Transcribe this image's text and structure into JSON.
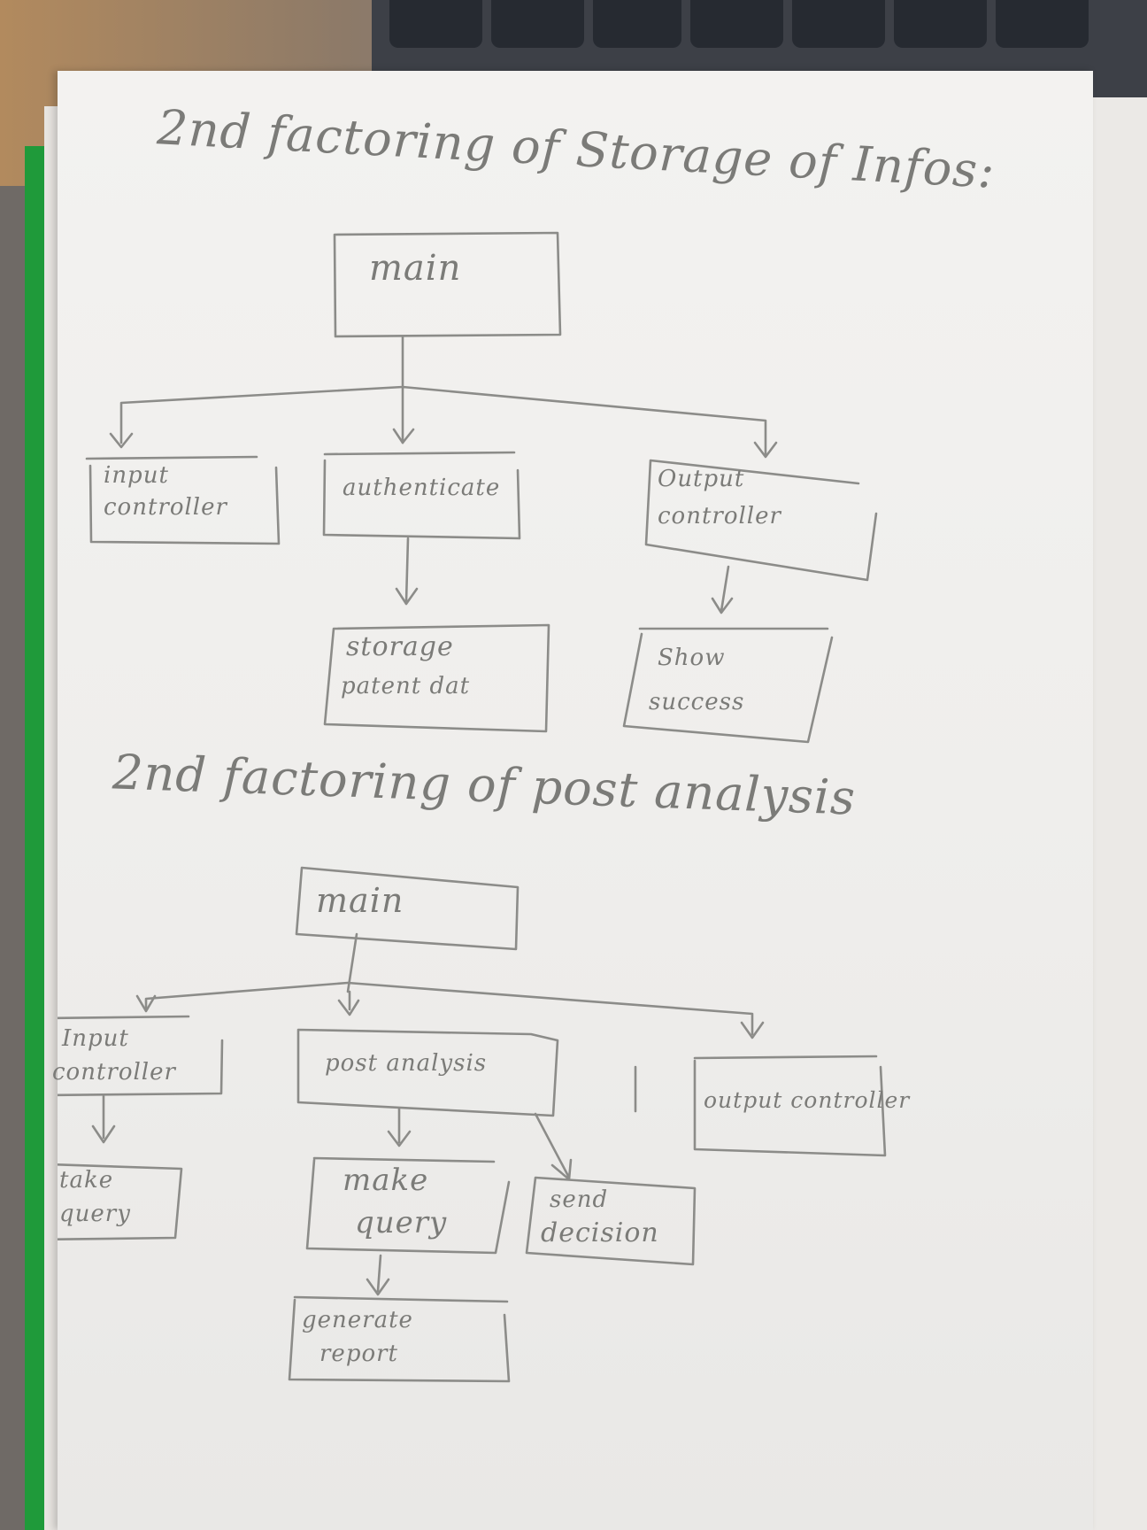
{
  "diagrams": [
    {
      "title": "2nd factoring of Storage of Infos:",
      "nodes": {
        "main": "main",
        "input_controller": [
          "input",
          "controller"
        ],
        "authenticate": "authenticate",
        "output_controller": [
          "Output",
          "controller"
        ],
        "storage": [
          "storage",
          "patent dat"
        ],
        "show_success": [
          "Show",
          "success"
        ]
      },
      "edges": [
        [
          "main",
          "input_controller"
        ],
        [
          "main",
          "authenticate"
        ],
        [
          "main",
          "output_controller"
        ],
        [
          "authenticate",
          "storage"
        ],
        [
          "output_controller",
          "show_success"
        ]
      ]
    },
    {
      "title": "2nd factoring of post analysis",
      "nodes": {
        "main": "main",
        "input_controller": [
          "Input",
          "controller"
        ],
        "post_analysis": "post analysis",
        "output_controller": "output controller",
        "take_query": [
          "take",
          "query"
        ],
        "make_query": [
          "make",
          "query"
        ],
        "send_decision": [
          "send",
          "decision"
        ],
        "generate_report": [
          "generate",
          "report"
        ]
      },
      "edges": [
        [
          "main",
          "input_controller"
        ],
        [
          "main",
          "post_analysis"
        ],
        [
          "main",
          "output_controller"
        ],
        [
          "input_controller",
          "take_query"
        ],
        [
          "post_analysis",
          "make_query"
        ],
        [
          "post_analysis",
          "send_decision"
        ],
        [
          "make_query",
          "generate_report"
        ]
      ]
    }
  ]
}
